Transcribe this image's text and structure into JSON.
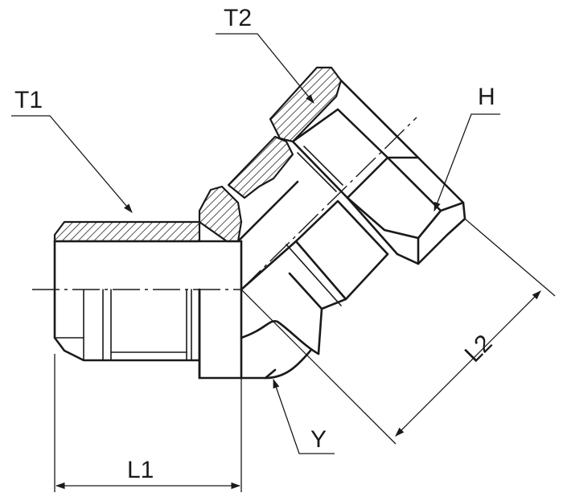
{
  "labels": {
    "t1": "T1",
    "t2": "T2",
    "h": "H",
    "y": "Y",
    "l1": "L1",
    "l2": "L2"
  },
  "colors": {
    "ink": "#1a1a1a",
    "background": "#ffffff"
  }
}
